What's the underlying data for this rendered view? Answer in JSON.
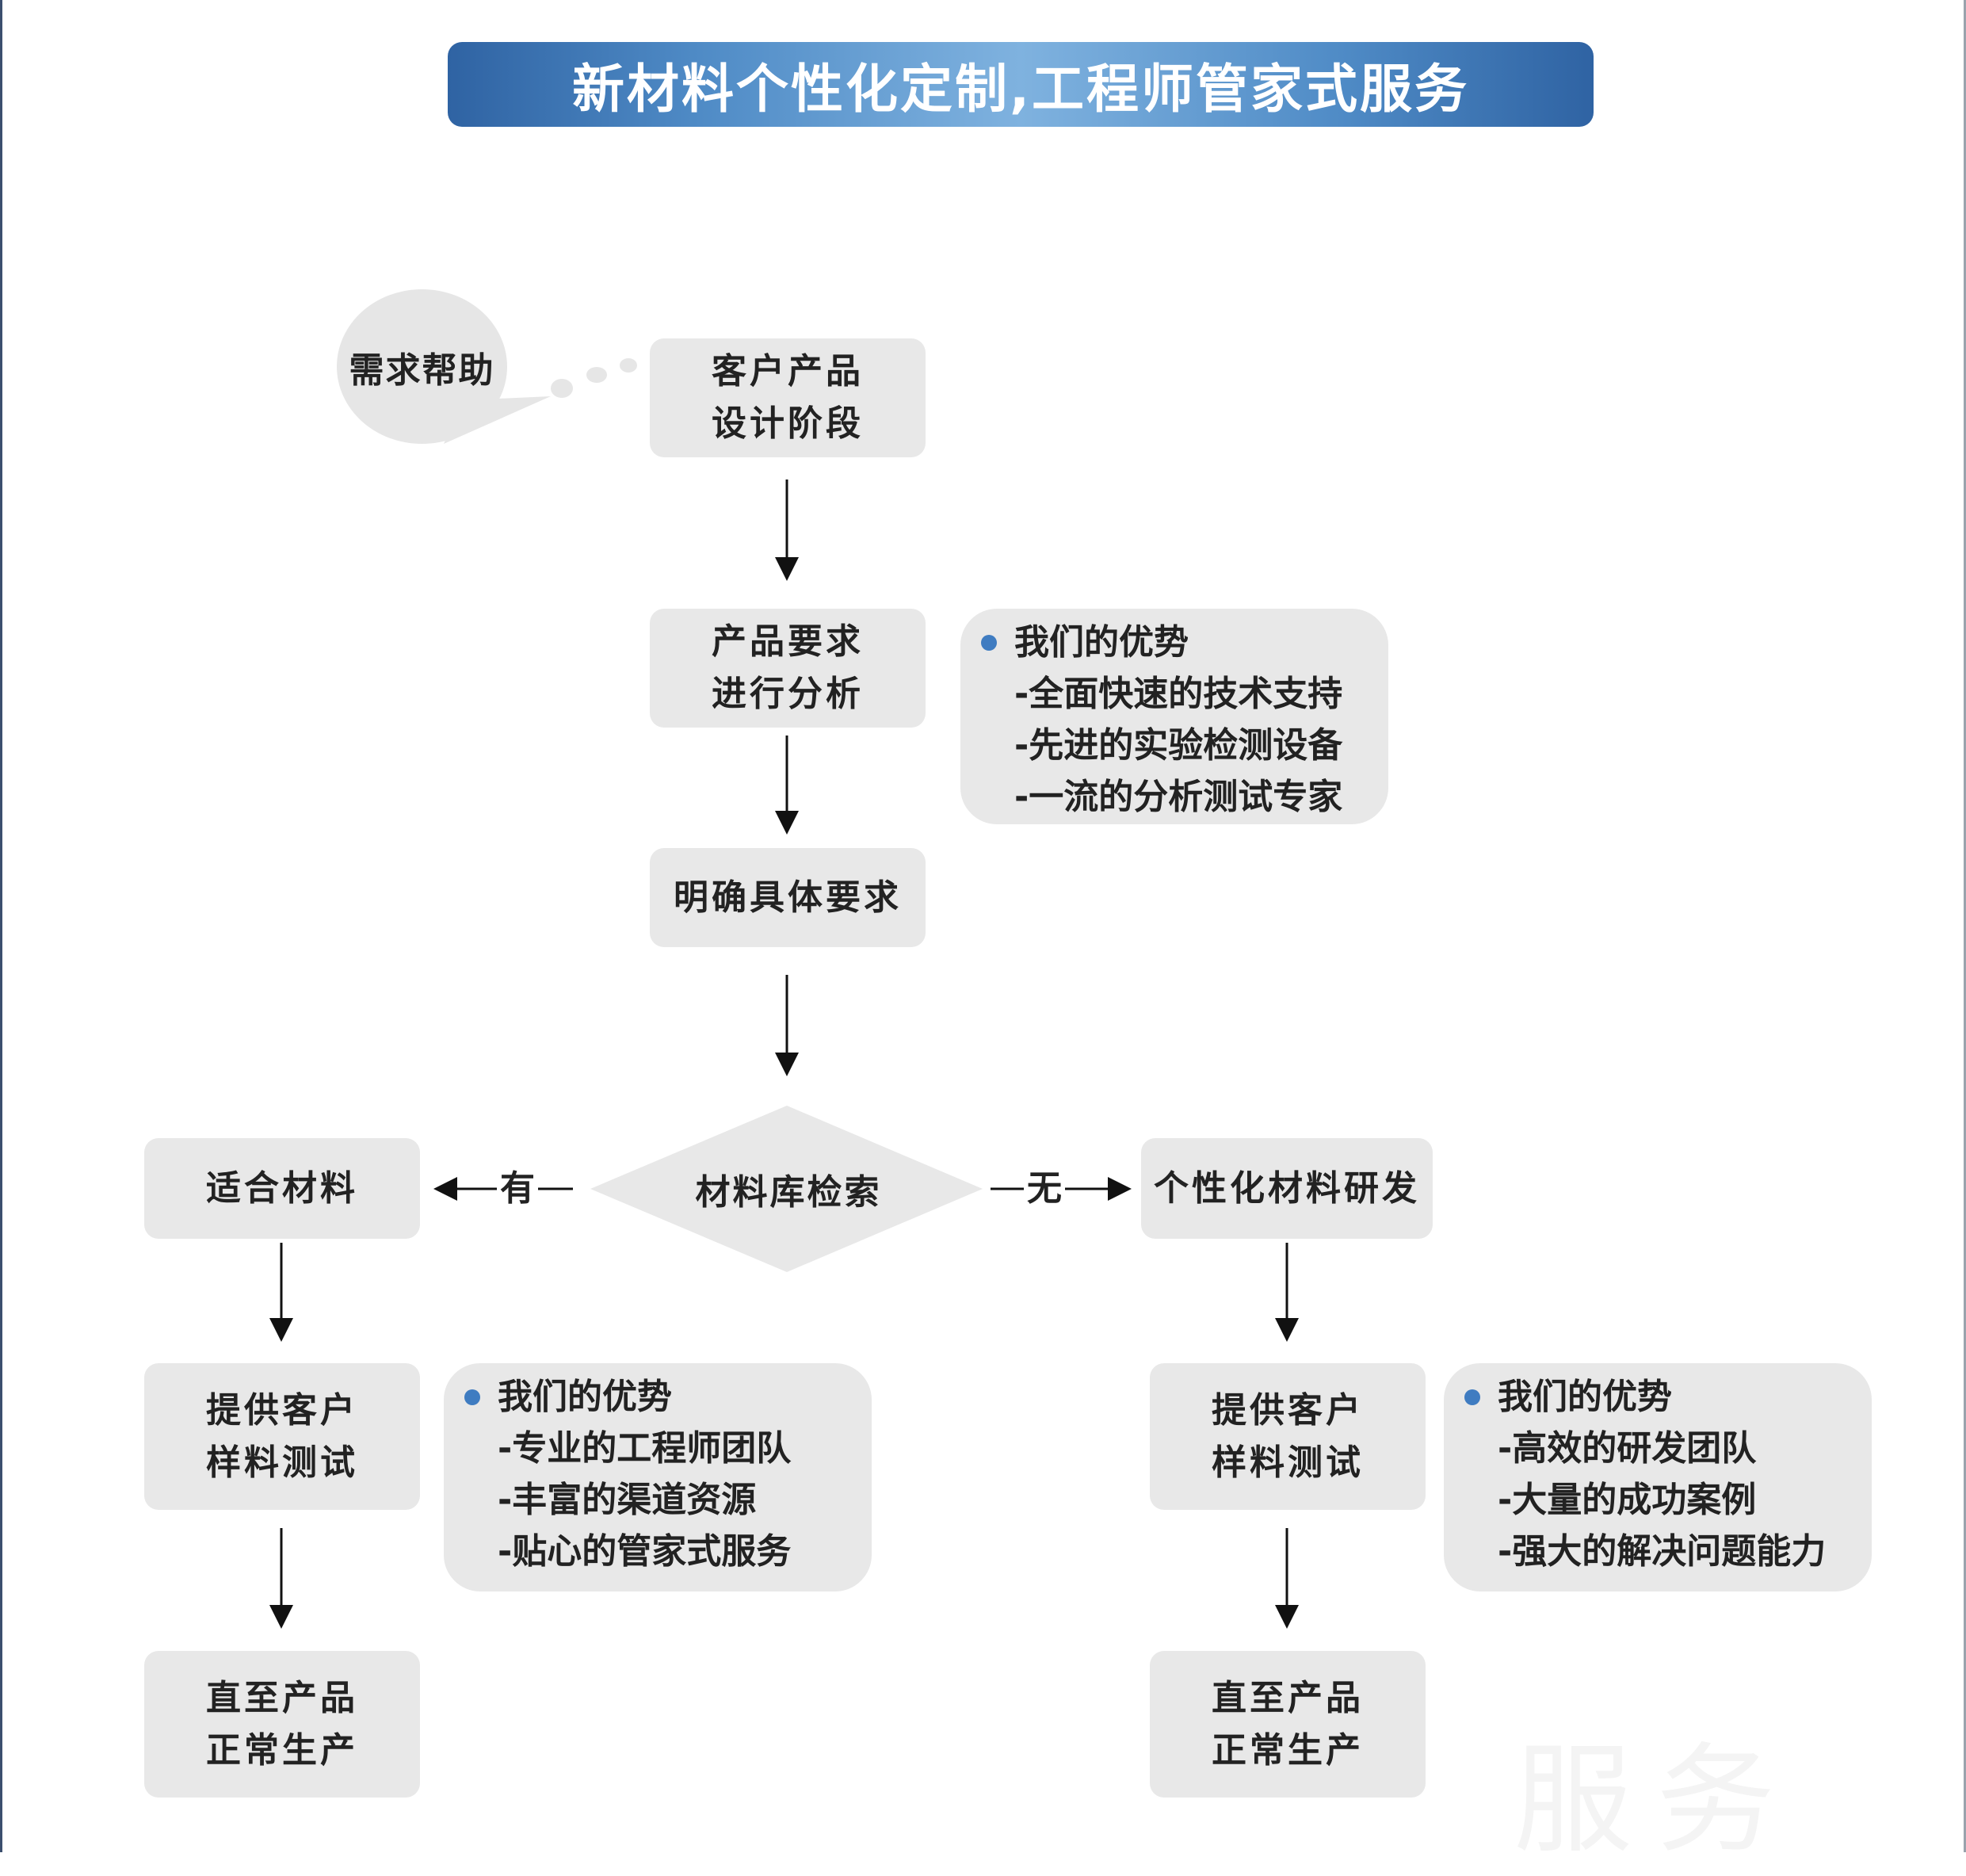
{
  "title": "新材料个性化定制,工程师管家式服务",
  "bubble": "需求帮助",
  "nodes": {
    "design": [
      "客户产品",
      "设计阶段"
    ],
    "analysis": [
      "产品要求",
      "进行分析"
    ],
    "clarify": "明确具体要求",
    "search": "材料库检索",
    "suitable": "适合材料",
    "custom": "个性化材料研发",
    "left_test": [
      "提供客户",
      "样料测试"
    ],
    "left_prod": [
      "直至产品",
      "正常生产"
    ],
    "right_test": [
      "提供客户",
      "样料测试"
    ],
    "right_prod": [
      "直至产品",
      "正常生产"
    ]
  },
  "edges": {
    "yes": "有",
    "no": "无"
  },
  "advantages": {
    "top": {
      "heading": "我们的优势",
      "items": [
        "-全面快速的技术支持",
        "-先进的实验检测设备",
        "-一流的分析测试专家"
      ]
    },
    "left": {
      "heading": "我们的优势",
      "items": [
        "-专业的工程师团队",
        "-丰富的渠道资源",
        "-贴心的管家式服务"
      ]
    },
    "right": {
      "heading": "我们的优势",
      "items": [
        "-高效的研发团队",
        "-大量的成功案例",
        "-强大的解决问题能力"
      ]
    }
  },
  "watermark": "服务",
  "colors": {
    "title_bar": "#2f63a3",
    "box_fill": "#e8e8e8",
    "bullet": "#3f7cc1"
  }
}
